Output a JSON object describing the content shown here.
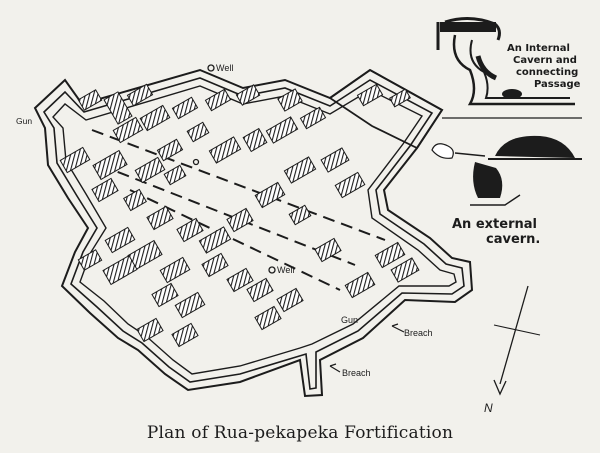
{
  "caption": "Plan of Rua-pekapeka Fortification",
  "labels": {
    "well_top": "Well",
    "well_center": "Well",
    "gun_left": "Gun",
    "gun_right": "Gun",
    "breach_upper": "Breach",
    "breach_lower": "Breach",
    "north": "N"
  },
  "insets": {
    "internal_cavern": [
      "An Internal",
      "Cavern and",
      "connecting",
      "Passage"
    ],
    "external_cavern": [
      "An external",
      "cavern."
    ]
  },
  "colors": {
    "ink": "#1c1c1c",
    "paper": "#f2f1ec"
  },
  "icons": {
    "well": "circle-marker",
    "north": "north-arrow"
  }
}
